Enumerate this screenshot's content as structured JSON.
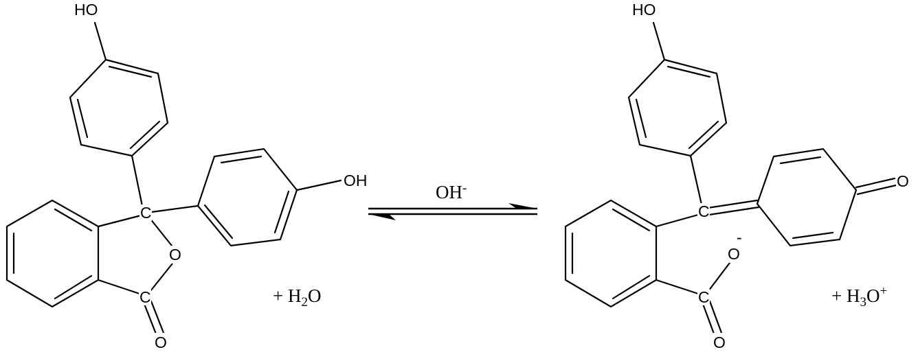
{
  "left_molecule": {
    "atoms": {
      "top_hydroxyl": "HO",
      "right_hydroxyl": "OH",
      "central_carbon": "C",
      "ring_oxygen": "O",
      "carbonyl_carbon": "C",
      "carbonyl_oxygen": "O"
    }
  },
  "reactant_water": {
    "plus": "+ ",
    "h": "H",
    "sub": "2",
    "o": "O"
  },
  "reagent": {
    "text": "OH",
    "charge": "-"
  },
  "right_molecule": {
    "atoms": {
      "top_hydroxyl": "HO",
      "central_carbon": "C",
      "quinone_oxygen": "O",
      "carboxylate_oxygen": "O",
      "carboxylate_charge": "-",
      "carboxyl_carbon": "C",
      "carbonyl_oxygen": "O"
    }
  },
  "product_hydronium": {
    "plus": "+ ",
    "h": "H",
    "sub": "3",
    "o": "O",
    "charge": "+"
  }
}
